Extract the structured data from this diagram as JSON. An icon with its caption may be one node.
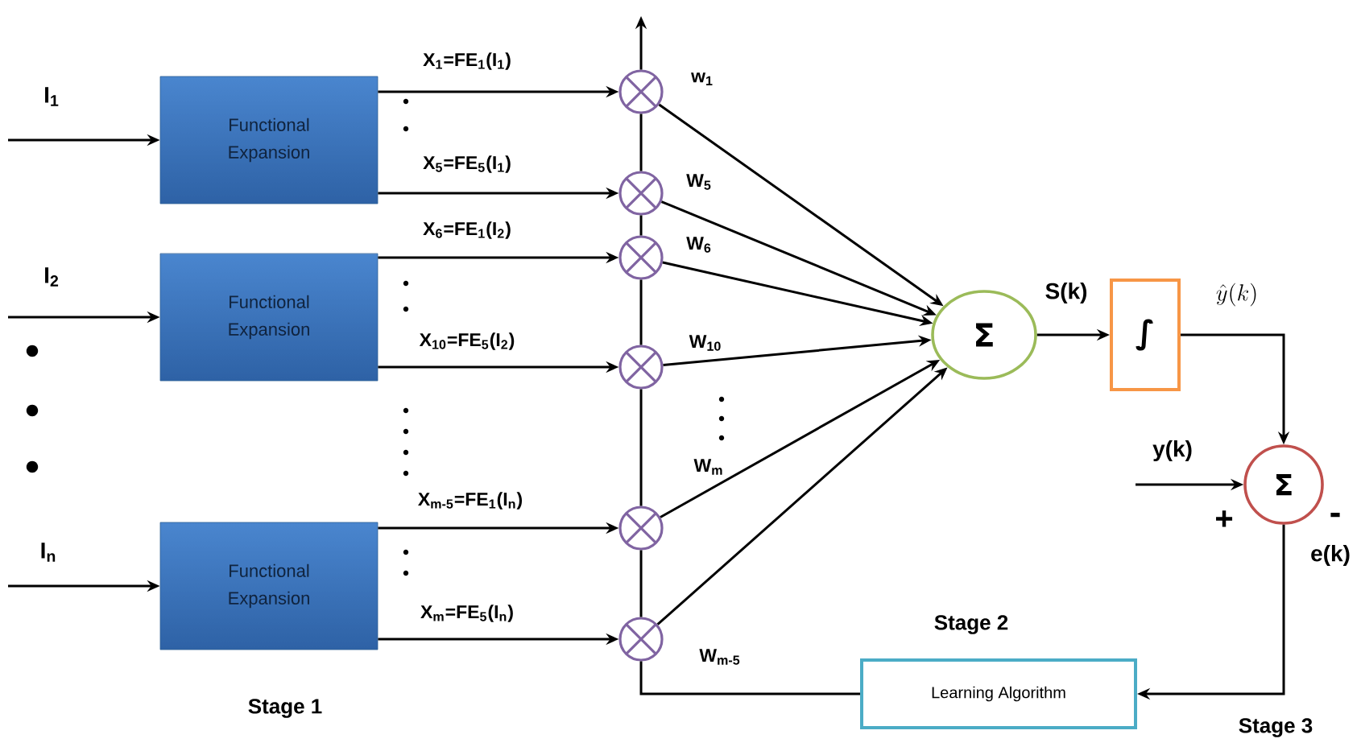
{
  "diagram": {
    "nodes": [
      {
        "text": [
          "Functional Expansion"
        ]
      },
      {
        "text": [
          "Functional Expansion"
        ]
      },
      {
        "text": [
          "Functional Expansion"
        ]
      },
      {
        "text": [],
        "shape": "circle"
      },
      {
        "text": [],
        "shape": "circle"
      },
      {
        "text": [],
        "shape": "circle"
      },
      {
        "text": [],
        "shape": "circle"
      },
      {
        "text": [],
        "shape": "circle"
      },
      {
        "text": [],
        "shape": "circle"
      },
      {
        "text": [
          "Σ"
        ]
      },
      {
        "text": [
          "∫"
        ]
      },
      {
        "text": [
          "Σ"
        ]
      },
      {
        "text": [
          "Learning Algorithm"
        ]
      }
    ],
    "edges": [
      {
        "from": null,
        "to": 0,
        "arrow": "to",
        "label": "I$_{1}$"
      },
      {
        "from": null,
        "to": 1,
        "arrow": "to",
        "label": "I$_{2}$"
      },
      {
        "from": null,
        "to": 2,
        "arrow": "to",
        "label": "I$_{n}$"
      },
      {
        "from": 0,
        "to": 3,
        "arrow": "to",
        "label": "X$_{1}$=FE$_{1}$(I$_{1}$)"
      },
      {
        "from": 0,
        "to": 4,
        "arrow": "to",
        "label": "X$_{5}$=FE$_{5}$(I$_{1}$)"
      },
      {
        "from": 1,
        "to": 5,
        "arrow": "to",
        "label": "X$_{6}$=FE$_{1}$(I$_{2}$)"
      },
      {
        "from": 1,
        "to": 6,
        "arrow": "to",
        "label": "X$_{10}$=FE$_{5}$(I$_{2}$)"
      },
      {
        "from": 2,
        "to": 7,
        "arrow": "to",
        "label": "X$_{m-5}$=FE$_{1}$(I$_{n}$)"
      },
      {
        "from": 2,
        "to": 8,
        "arrow": "to",
        "label": "X$_{m}$=FE$_{5}$(I$_{n}$)"
      },
      {
        "from": 3,
        "to": 9,
        "arrow": "to",
        "label": "w$_{1}$"
      },
      {
        "from": 4,
        "to": 9,
        "arrow": "to",
        "label": "W$_{5}$"
      },
      {
        "from": 5,
        "to": 9,
        "arrow": "to",
        "label": "W$_{6}$"
      },
      {
        "from": 6,
        "to": 9,
        "arrow": "to",
        "label": "W$_{10}$"
      },
      {
        "from": 7,
        "to": 9,
        "arrow": "to",
        "label": "W$_{m}$"
      },
      {
        "from": 8,
        "to": 9,
        "arrow": "to",
        "label": "W$_{m-5}$"
      },
      {
        "from": 9,
        "to": 10,
        "arrow": "to",
        "label": "S(k)"
      },
      {
        "from": 10,
        "to": 11,
        "arrow": "to",
        "label": "\\hat{y}(k)"
      },
      {
        "from": null,
        "to": 11,
        "arrow": "to",
        "label": "y(k)"
      },
      {
        "from": 11,
        "to": 12,
        "arrow": "to",
        "label": "e(k)"
      },
      {
        "from": 12,
        "to": null,
        "arrow": "to"
      }
    ],
    "labels": [
      "+",
      "-",
      "Stage 1",
      "Stage 2",
      "Stage 3"
    ]
  }
}
